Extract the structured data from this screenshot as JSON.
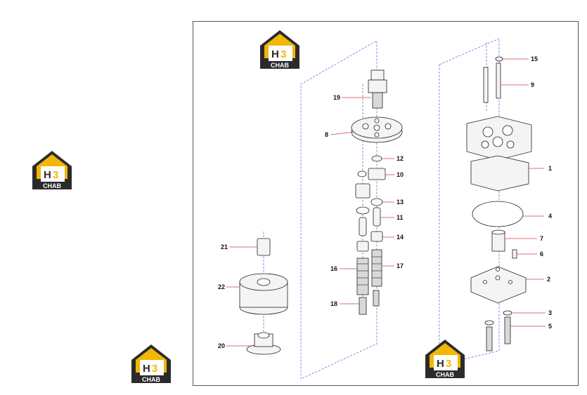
{
  "brand": {
    "logo_mark": "H3",
    "logo_word": "CHAB",
    "accent": "#f2b705",
    "dark": "#2b2b2b"
  },
  "parts": [
    {
      "num": "1"
    },
    {
      "num": "2"
    },
    {
      "num": "3"
    },
    {
      "num": "4"
    },
    {
      "num": "5"
    },
    {
      "num": "6"
    },
    {
      "num": "7"
    },
    {
      "num": "8"
    },
    {
      "num": "9"
    },
    {
      "num": "10"
    },
    {
      "num": "11"
    },
    {
      "num": "12"
    },
    {
      "num": "13"
    },
    {
      "num": "14"
    },
    {
      "num": "15"
    },
    {
      "num": "16"
    },
    {
      "num": "17"
    },
    {
      "num": "18"
    },
    {
      "num": "19"
    },
    {
      "num": "20"
    },
    {
      "num": "21"
    },
    {
      "num": "22"
    }
  ]
}
